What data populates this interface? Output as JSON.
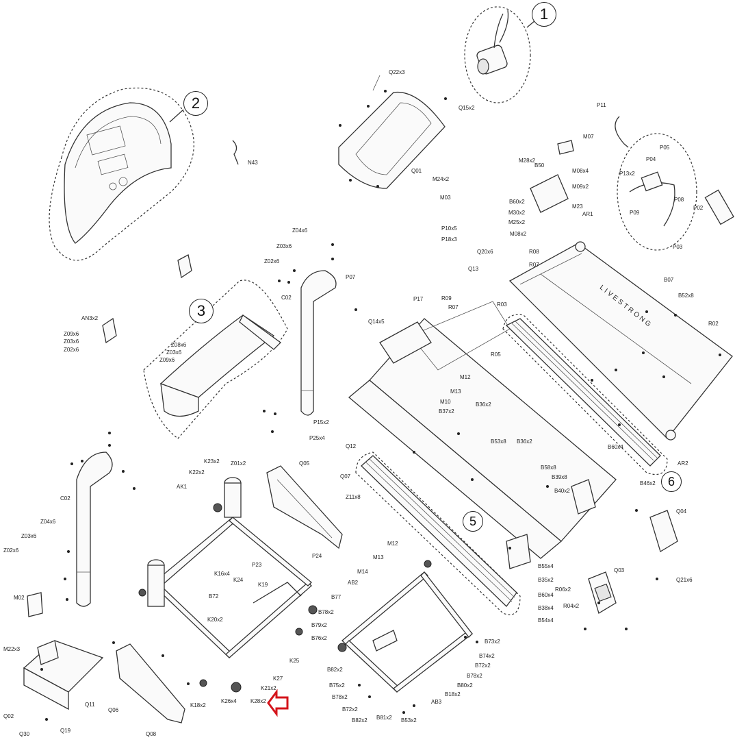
{
  "callouts": {
    "c1": "1",
    "c2": "2",
    "c3": "3",
    "c5": "5",
    "c6": "6"
  },
  "labels": {
    "q22x3": "Q22x3",
    "q15x2": "Q15x2",
    "q01": "Q01",
    "n43": "N43",
    "p11": "P11",
    "m07": "M07",
    "m28x2": "M28x2",
    "b50": "B50",
    "m08x4": "M08x4",
    "m09x2": "M09x2",
    "b60x2": "B60x2",
    "m23": "M23",
    "m30x2": "M30x2",
    "m25x2": "M25x2",
    "m08x2": "M08x2",
    "p05": "P05",
    "p04": "P04",
    "p13x2": "P13x2",
    "p08": "P08",
    "p02": "P02",
    "p09": "P09",
    "p03": "P03",
    "ar1": "AR1",
    "m24x2": "M24x2",
    "m03": "M03",
    "p10x5": "P10x5",
    "p18x3": "P18x3",
    "p17": "P17",
    "z04x6_top": "Z04x6",
    "z03x6_top": "Z03x6",
    "z02x6_top": "Z02x6",
    "p07": "P07",
    "c02_top": "C02",
    "an3x2": "AN3x2",
    "z09x6": "Z09x6",
    "z03x6_l": "Z03x6",
    "z02x6_l": "Z02x6",
    "z08x6": "Z08x6",
    "z03x6_m": "Z03x6",
    "z09x6_m": "Z09x6",
    "q20x6": "Q20x6",
    "q13": "Q13",
    "r08": "R08",
    "r07": "R07",
    "r03": "R03",
    "r09": "R09",
    "r07b": "R07",
    "b07": "B07",
    "b52x8": "B52x8",
    "r02": "R02",
    "q14x5": "Q14x5",
    "r05": "R05",
    "m12": "M12",
    "m13": "M13",
    "m10": "M10",
    "b37x2": "B37x2",
    "b36x2": "B36x2",
    "p15x2": "P15x2",
    "p25x4": "P25x4",
    "q12": "Q12",
    "b53x8": "B53x8",
    "b36x2b": "B36x2",
    "b60x4": "B60x4",
    "b58x8": "B58x8",
    "b39x8": "B39x8",
    "b40x2": "B40x2",
    "ar2": "AR2",
    "b46x2": "B46x2",
    "k23x2": "K23x2",
    "k22x2": "K22x2",
    "z01x2": "Z01x2",
    "q05": "Q05",
    "q07": "Q07",
    "z11x8": "Z11x8",
    "ak1": "AK1",
    "k16x4": "K16x4",
    "p24": "P24",
    "p23": "P23",
    "k24": "K24",
    "k19": "K19",
    "b72": "B72",
    "k20x2": "K20x2",
    "k25": "K25",
    "k27": "K27",
    "k21x2": "K21x2",
    "k18x2": "K18x2",
    "k26x4": "K26x4",
    "k28x2": "K28x2",
    "q06": "Q06",
    "q08": "Q08",
    "c02_left": "C02",
    "z04x6_l": "Z04x6",
    "z03x6_l2": "Z03x6",
    "z02x6_l2": "Z02x6",
    "m02": "M02",
    "m22x3": "M22x3",
    "q11": "Q11",
    "q02": "Q02",
    "q30": "Q30",
    "q19": "Q19",
    "m12b": "M12",
    "m13b": "M13",
    "m14": "M14",
    "ab2": "AB2",
    "b77": "B77",
    "b78x2": "B78x2",
    "b79x2": "B79x2",
    "b76x2": "B76x2",
    "b82x2": "B82x2",
    "b75x2": "B75x2",
    "b78x2b": "B78x2",
    "b72x2": "B72x2",
    "b82x2b": "B82x2",
    "b81x2": "B81x2",
    "b53x2": "B53x2",
    "ab3": "AB3",
    "b18x2": "B18x2",
    "b80x2": "B80x2",
    "b78x2c": "B78x2",
    "b72x2b": "B72x2",
    "b74x2": "B74x2",
    "b73x2": "B73x2",
    "b55x4": "B55x4",
    "b35x2": "B35x2",
    "b60x4b": "B60x4",
    "b38x4": "B38x4",
    "b54x4": "B54x4",
    "r06x2": "R06x2",
    "r04x2": "R04x2",
    "q03": "Q03",
    "q04": "Q04",
    "q21x6": "Q21x6"
  },
  "belt_text": "LIVESTRONG",
  "colors": {
    "line": "#333333",
    "arrow": "#d4141b",
    "background": "#ffffff"
  }
}
